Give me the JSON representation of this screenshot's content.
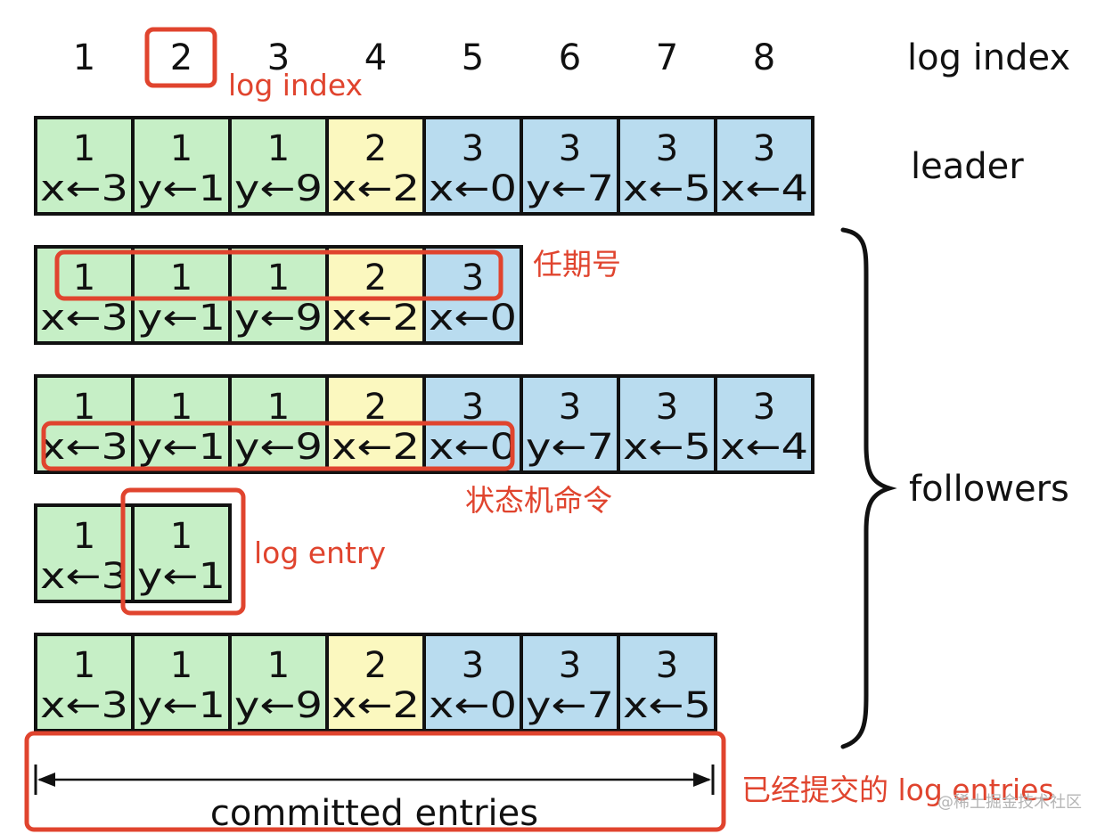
{
  "log_indices": [
    "1",
    "2",
    "3",
    "4",
    "5",
    "6",
    "7",
    "8"
  ],
  "labels": {
    "log_index": "log index",
    "leader": "leader",
    "followers": "followers",
    "committed": "committed entries"
  },
  "rows": [
    {
      "role": "leader",
      "entries": [
        {
          "term": "1",
          "cmd": "x←3"
        },
        {
          "term": "1",
          "cmd": "y←1"
        },
        {
          "term": "1",
          "cmd": "y←9"
        },
        {
          "term": "2",
          "cmd": "x←2"
        },
        {
          "term": "3",
          "cmd": "x←0"
        },
        {
          "term": "3",
          "cmd": "y←7"
        },
        {
          "term": "3",
          "cmd": "x←5"
        },
        {
          "term": "3",
          "cmd": "x←4"
        }
      ]
    },
    {
      "role": "follower",
      "entries": [
        {
          "term": "1",
          "cmd": "x←3"
        },
        {
          "term": "1",
          "cmd": "y←1"
        },
        {
          "term": "1",
          "cmd": "y←9"
        },
        {
          "term": "2",
          "cmd": "x←2"
        },
        {
          "term": "3",
          "cmd": "x←0"
        }
      ]
    },
    {
      "role": "follower",
      "entries": [
        {
          "term": "1",
          "cmd": "x←3"
        },
        {
          "term": "1",
          "cmd": "y←1"
        },
        {
          "term": "1",
          "cmd": "y←9"
        },
        {
          "term": "2",
          "cmd": "x←2"
        },
        {
          "term": "3",
          "cmd": "x←0"
        },
        {
          "term": "3",
          "cmd": "y←7"
        },
        {
          "term": "3",
          "cmd": "x←5"
        },
        {
          "term": "3",
          "cmd": "x←4"
        }
      ]
    },
    {
      "role": "follower",
      "entries": [
        {
          "term": "1",
          "cmd": "x←3"
        },
        {
          "term": "1",
          "cmd": "y←1"
        }
      ]
    },
    {
      "role": "follower",
      "entries": [
        {
          "term": "1",
          "cmd": "x←3"
        },
        {
          "term": "1",
          "cmd": "y←1"
        },
        {
          "term": "1",
          "cmd": "y←9"
        },
        {
          "term": "2",
          "cmd": "x←2"
        },
        {
          "term": "3",
          "cmd": "x←0"
        },
        {
          "term": "3",
          "cmd": "y←7"
        },
        {
          "term": "3",
          "cmd": "x←5"
        }
      ]
    }
  ],
  "term_colors": {
    "1": "#c6efc6",
    "2": "#fbf8bf",
    "3": "#b9dcef"
  },
  "annotations": {
    "log_index": "log index",
    "term": "任期号",
    "command": "状态机命令",
    "log_entry": "log entry",
    "committed": "已经提交的 log entries"
  },
  "annotation_color": "#e0442e",
  "watermark": "@稀土掘金技术社区"
}
